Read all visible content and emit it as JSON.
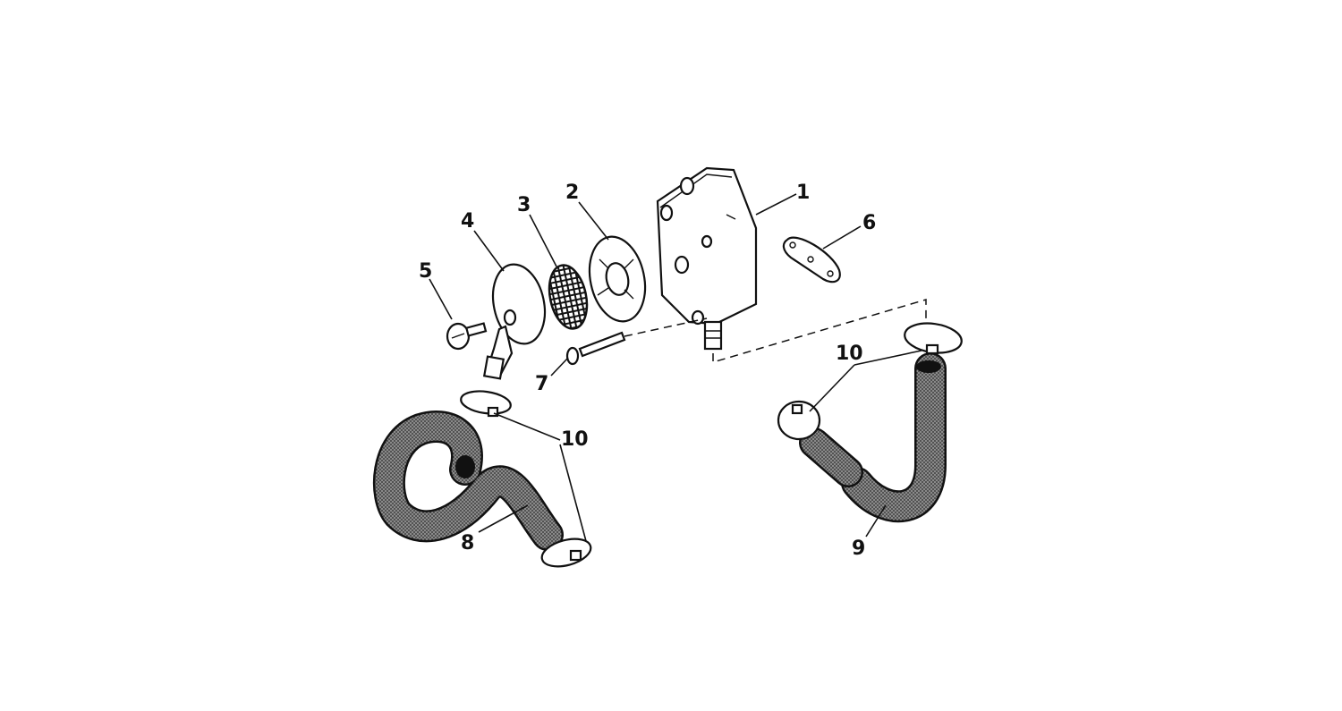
{
  "callouts": {
    "c1": "1",
    "c2": "2",
    "c3": "3",
    "c4": "4",
    "c5": "5",
    "c6": "6",
    "c7": "7",
    "c8": "8",
    "c9": "9",
    "c10a": "10",
    "c10b": "10"
  },
  "colors": {
    "ink": "#111111",
    "hose_shading": "#6a6a6a",
    "paper": "#ffffff"
  }
}
